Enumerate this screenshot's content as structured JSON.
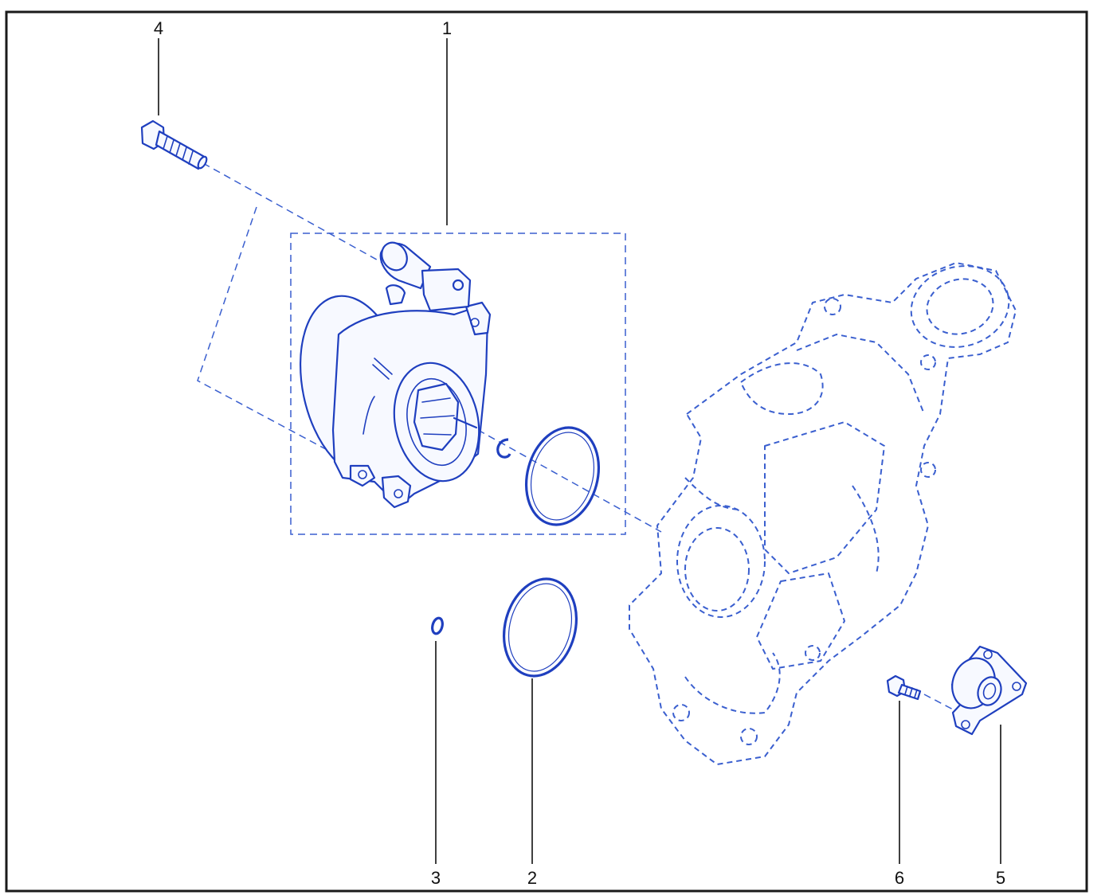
{
  "callouts": {
    "part_1": "1",
    "part_2": "2",
    "part_3": "3",
    "part_4": "4",
    "part_5": "5",
    "part_6": "6"
  },
  "colors": {
    "line_art": "#1f3fbf",
    "ghost_art": "#3a5fcf",
    "frame": "#1a1a1a",
    "background": "#ffffff"
  }
}
